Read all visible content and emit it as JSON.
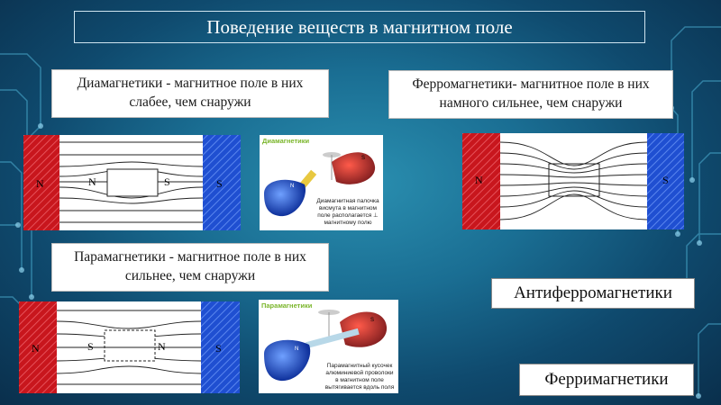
{
  "title": "Поведение веществ в магнитном поле",
  "captions": {
    "diamagnetics": "Диамагнетики - магнитное поле в них слабее, чем снаружи",
    "ferromagnetics": "Ферромагнетики- магнитное поле в них намного сильнее, чем снаружи",
    "paramagnetics": "Парамагнетики - магнитное поле в них сильнее, чем снаружи"
  },
  "labels": {
    "antiferromagnetics": "Антиферромагнетики",
    "ferrimagnetics": "Ферримагнетики"
  },
  "diagram_dia": {
    "magnet_left": "N",
    "inner_left": "N",
    "inner_right": "S",
    "magnet_right": "S"
  },
  "diagram_ferro": {
    "magnet_left": "N",
    "magnet_right": "S"
  },
  "diagram_para": {
    "magnet_left": "N",
    "inner_left": "S",
    "inner_right": "N",
    "magnet_right": "S"
  },
  "photo_dia": {
    "title": "Диамагнетики",
    "pole_s": "S",
    "pole_n": "N",
    "text": "Диамагнитная палочка висмута в магнитном поле располагается ⊥ магнитному полю"
  },
  "photo_para": {
    "title": "Парамагнетики",
    "pole_s": "S",
    "pole_n": "N",
    "text": "Парамагнитный кусочек алюминиевой проволоки в магнитном поле вытягивается вдоль поля"
  },
  "colors": {
    "north": "#c8161d",
    "south": "#1f4fd1",
    "background": "#1a6e93"
  }
}
